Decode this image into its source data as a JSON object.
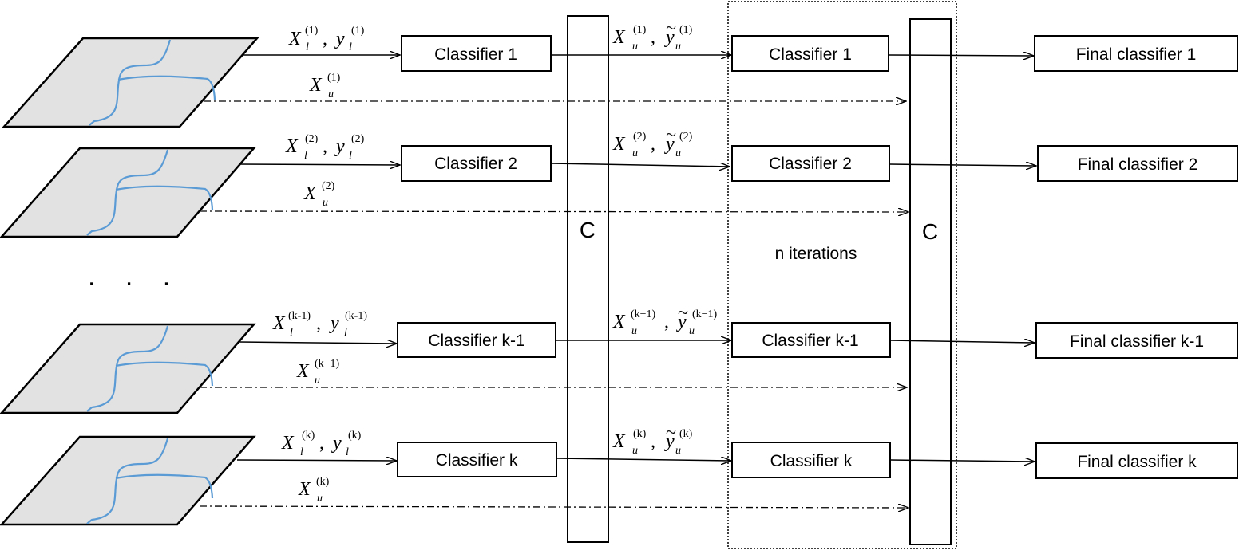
{
  "boxes": {
    "classifier_1": "Classifier 1",
    "classifier_2": "Classifier 2",
    "classifier_k1": "Classifier k-1",
    "classifier_k": "Classifier k",
    "mid_classifier_1": "Classifier 1",
    "mid_classifier_2": "Classifier 2",
    "mid_classifier_k1": "Classifier k-1",
    "mid_classifier_k": "Classifier k",
    "final_1": "Final classifier 1",
    "final_2": "Final classifier 2",
    "final_k1": "Final classifier k-1",
    "final_k": "Final classifier k"
  },
  "combiner_label_1": "C",
  "combiner_label_2": "C",
  "iterations_label": "n iterations",
  "ellipsis": ". . .",
  "math": {
    "X": "X",
    "y": "y",
    "comma": ", ",
    "tilde": "~",
    "l": "l",
    "u": "u",
    "sup_1": "(1)",
    "sup_2": "(2)",
    "sup_k1_upright": "(k-1)",
    "sup_k1_italic": "(k−1)",
    "sup_k": "(k)"
  },
  "colors": {
    "plane_fill": "#e2e2e2",
    "curve": "#5b9bd5",
    "stroke": "#000000"
  }
}
